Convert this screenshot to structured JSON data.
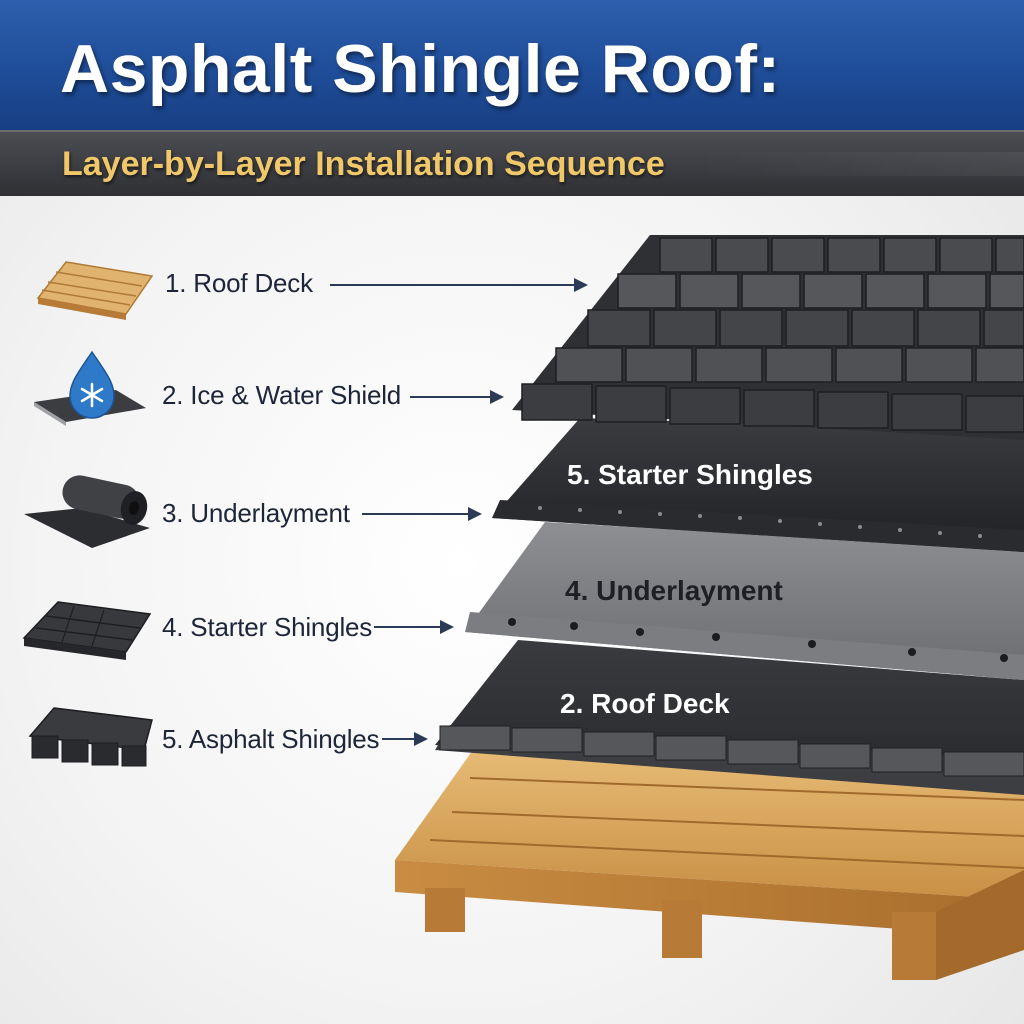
{
  "title": "Asphalt Shingle Roof:",
  "subtitle": "Layer-by-Layer Installation Sequence",
  "legend": [
    {
      "label": "1. Roof Deck",
      "icon": "wood-deck-icon"
    },
    {
      "label": "2. Ice & Water Shield",
      "icon": "water-drop-snowflake-icon"
    },
    {
      "label": "3. Underlayment",
      "icon": "underlayment-roll-icon"
    },
    {
      "label": "4. Starter Shingles",
      "icon": "starter-shingles-icon"
    },
    {
      "label": "5. Asphalt Shingles",
      "icon": "asphalt-shingles-icon"
    }
  ],
  "diagram_labels": {
    "starter": "5. Starter Shingles",
    "underlayment": "4. Underlayment",
    "deck": "2. Roof Deck"
  },
  "colors": {
    "header_blue": "#1f4d98",
    "subtitle_gold": "#f0c86a",
    "label_navy": "#1c2638",
    "wood": "#d9a85c",
    "shingle_dark": "#2f3033"
  }
}
